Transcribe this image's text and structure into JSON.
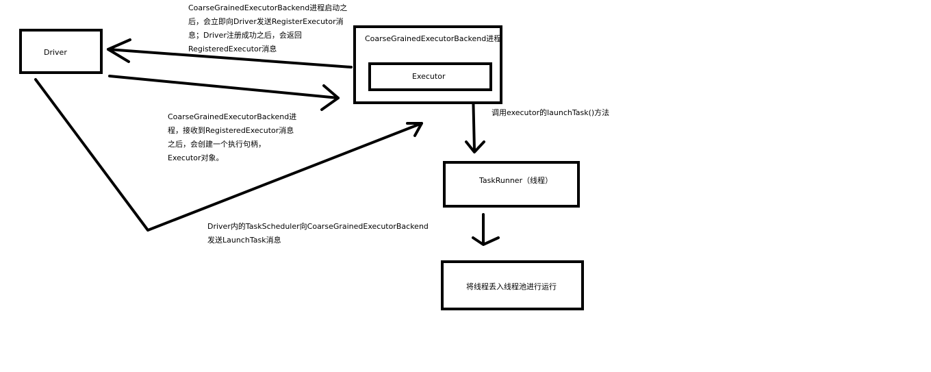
{
  "nodes": {
    "driver": "Driver",
    "backend": "CoarseGrainedExecutorBackend进程",
    "executor": "Executor",
    "task_runner": "TaskRunner（线程）",
    "thread_pool": "将线程丢入线程池进行运行"
  },
  "notes": {
    "register": "CoarseGrainedExecutorBackend进程启动之\n后，会立即向Driver发送RegisterExecutor消\n息；Driver注册成功之后，会返回\nRegisteredExecutor消息",
    "create_executor": "CoarseGrainedExecutorBackend进\n程，接收到RegisteredExecutor消息\n之后，会创建一个执行句柄，\nExecutor对象。",
    "launch_task": "Driver内的TaskScheduler向CoarseGrainedExecutorBackend\n发送LaunchTask消息",
    "call_launch": "调用executor的launchTask()方法"
  },
  "colors": {
    "stroke": "#000000",
    "background": "#ffffff"
  }
}
